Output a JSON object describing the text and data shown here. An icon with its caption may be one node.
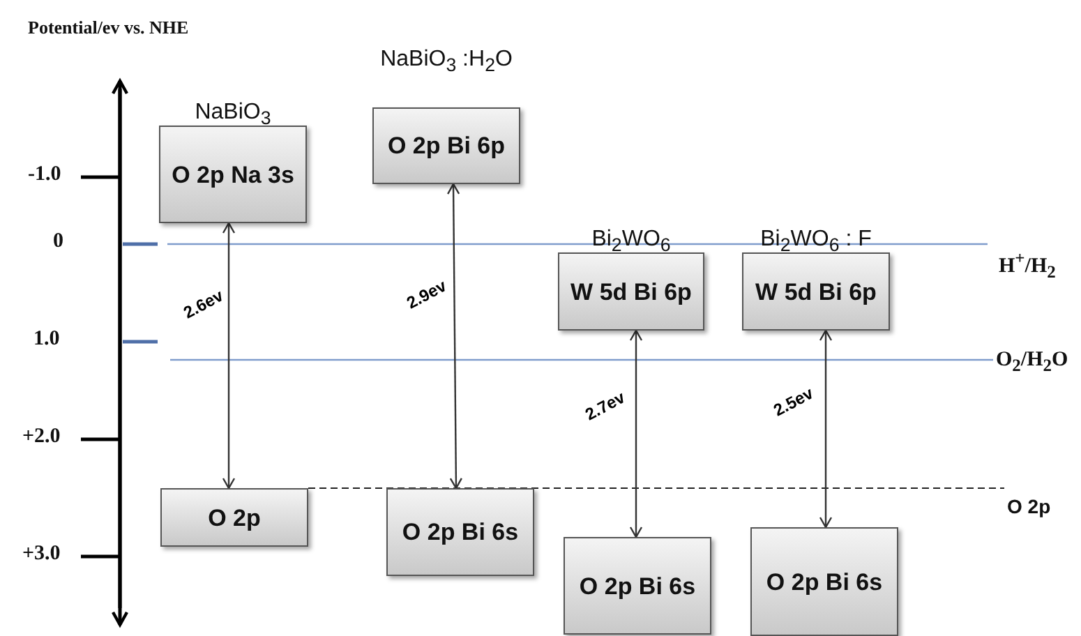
{
  "diagram": {
    "nodes": [
      {
        "text": [
          "NaBiO$_{3}$",
          "O 2p Na 3s"
        ]
      },
      {
        "text": [
          "NaBiO$_{3}$ :H$_{2}$O",
          "O 2p Bi 6p"
        ]
      },
      {
        "text": [
          "Bi$_{2}$WO$_{6}$",
          "W 5d Bi 6p"
        ]
      },
      {
        "text": [
          "Bi$_{2}$WO$_{6}$ : F",
          "W 5d Bi 6p"
        ]
      },
      {
        "text": [
          "O 2p"
        ]
      },
      {
        "text": [
          "O 2p Bi 6s"
        ]
      },
      {
        "text": [
          "O 2p Bi 6s"
        ]
      },
      {
        "text": [
          "O 2p Bi 6s"
        ]
      }
    ],
    "edges": [
      {
        "from": 0,
        "to": 4,
        "arrow": "both",
        "label": "2.6ev"
      },
      {
        "from": 1,
        "to": 5,
        "arrow": "both",
        "label": "2.9ev"
      },
      {
        "from": 2,
        "to": 6,
        "arrow": "both",
        "label": "2.7ev"
      },
      {
        "from": 3,
        "to": 7,
        "arrow": "both",
        "label": "2.5ev"
      }
    ],
    "labels": [
      "Potential/ev vs. NHE",
      "-1.0",
      "0",
      "H$^{+}$/H$_{2}$",
      "1.0",
      "O$_{2}$/H$_{2}$O",
      "+2.0",
      "O 2p",
      "+3.0"
    ]
  }
}
